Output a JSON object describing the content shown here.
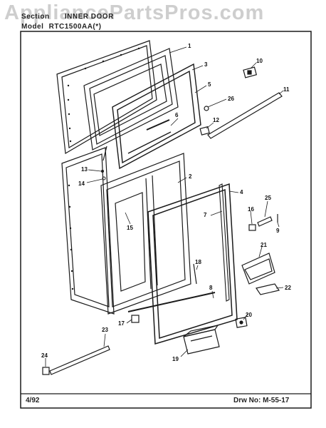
{
  "header": {
    "watermark": "AppliancePartsPros.com",
    "section_label": "Section",
    "section_value": "INNER DOOR",
    "model_label": "Model",
    "model_value": "RTC1500AA(*)"
  },
  "footer": {
    "date": "4/92",
    "drawing_no": "Drw No: M-55-17"
  },
  "callouts": [
    "1",
    "2",
    "3",
    "4",
    "5",
    "6",
    "7",
    "8",
    "9",
    "10",
    "11",
    "12",
    "13",
    "14",
    "15",
    "16",
    "17",
    "18",
    "19",
    "20",
    "21",
    "22",
    "23",
    "24",
    "25",
    "26"
  ],
  "colors": {
    "line": "#1a1a1a",
    "watermark": "#c9c9c9",
    "paper": "#ffffff"
  }
}
